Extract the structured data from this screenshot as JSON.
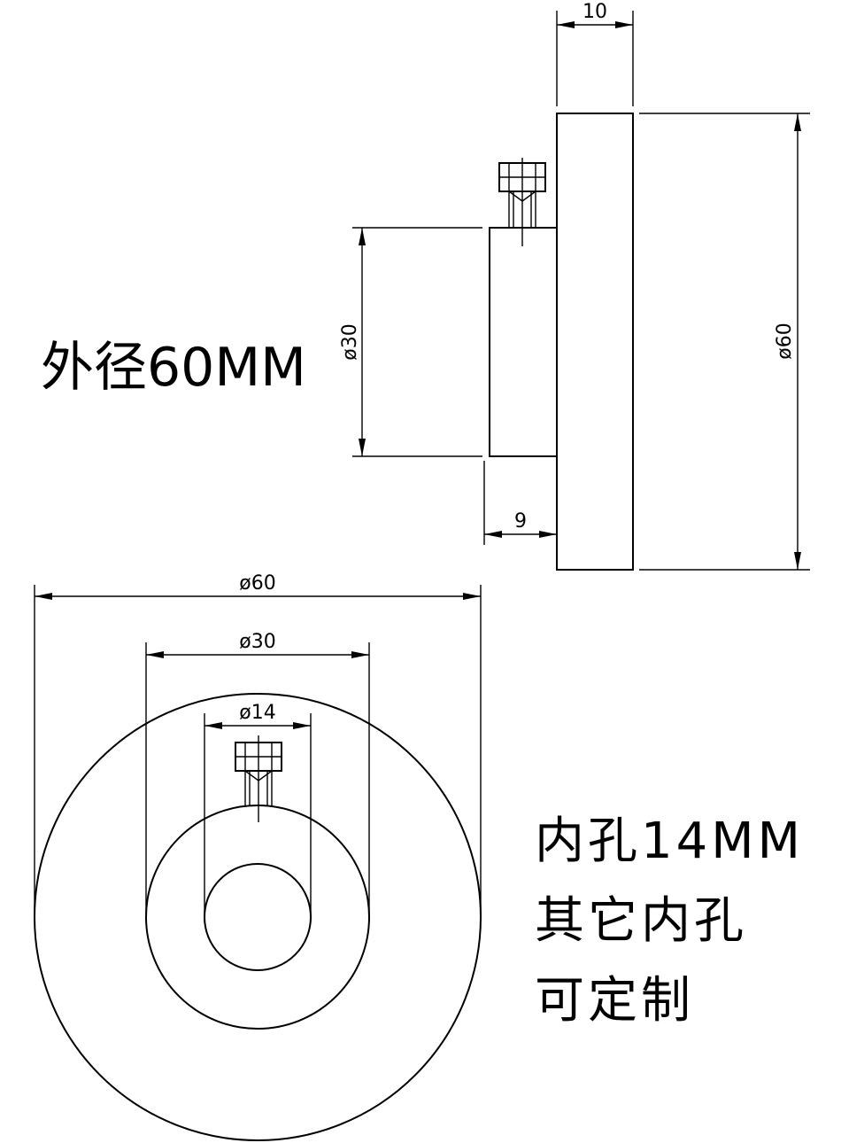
{
  "notes": {
    "outer_diameter": "外径60MM",
    "bore": [
      "内孔14MM",
      "其它内孔",
      "可定制"
    ]
  },
  "side_view": {
    "width_label": "10",
    "hub_length_label": "9",
    "outer_diameter_label": "ø60",
    "hub_diameter_label": "ø30"
  },
  "front_view": {
    "outer_diameter_label": "ø60",
    "hub_diameter_label": "ø30",
    "bore_label": "ø14"
  }
}
